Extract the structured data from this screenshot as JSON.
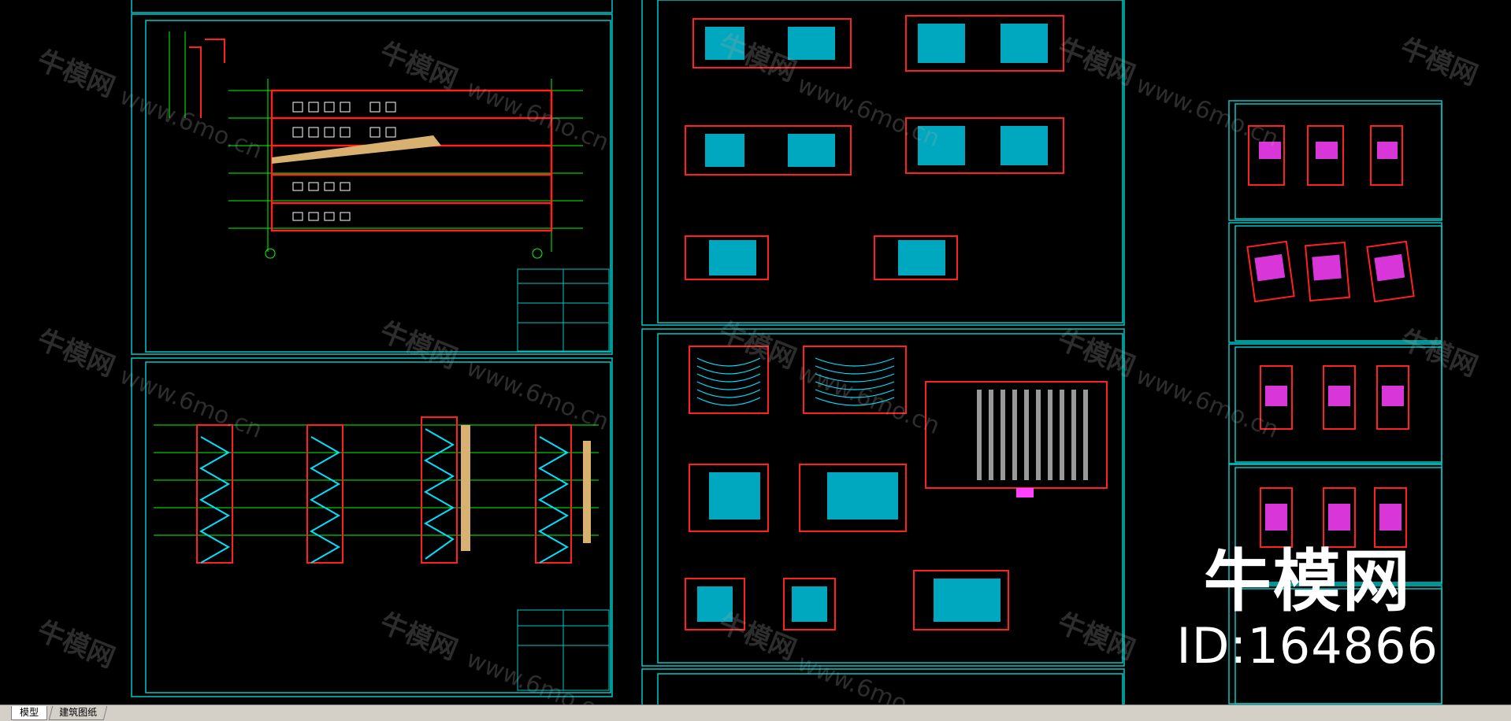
{
  "watermark": {
    "brand": "牛模网",
    "url": "www.6mo.cn"
  },
  "brand_overlay": {
    "name": "牛模网",
    "id_text": "ID:164866"
  },
  "tabs": [
    {
      "label": "模型",
      "active": true
    },
    {
      "label": "建筑图纸",
      "active": false
    }
  ],
  "colors": {
    "background": "#000000",
    "frame": "#00c8c8",
    "wall": "#ff2020",
    "grid": "#00ff00",
    "furniture": "#00e0ff",
    "stair": "#ff40ff",
    "ramp": "#d8b070"
  }
}
